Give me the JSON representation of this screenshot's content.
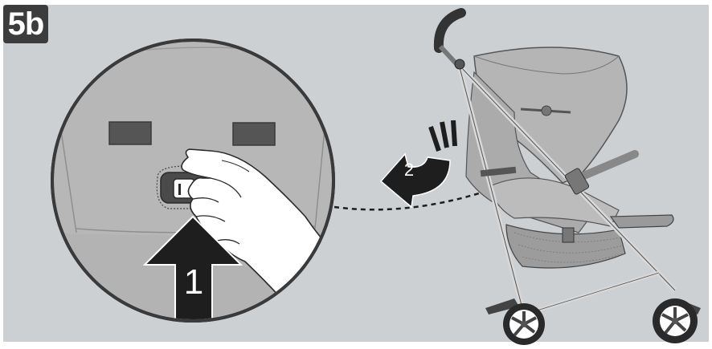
{
  "step_label": "5b",
  "callout_1": "1",
  "callout_2": "2",
  "colors": {
    "background": "#cdd0d3",
    "frame": "#3c3c3c",
    "seat_fabric": "#b9b9b9",
    "inset_fabric": "#a9a9a9",
    "arrow_dark": "#1e1e1e",
    "hand": "#ffffff"
  }
}
